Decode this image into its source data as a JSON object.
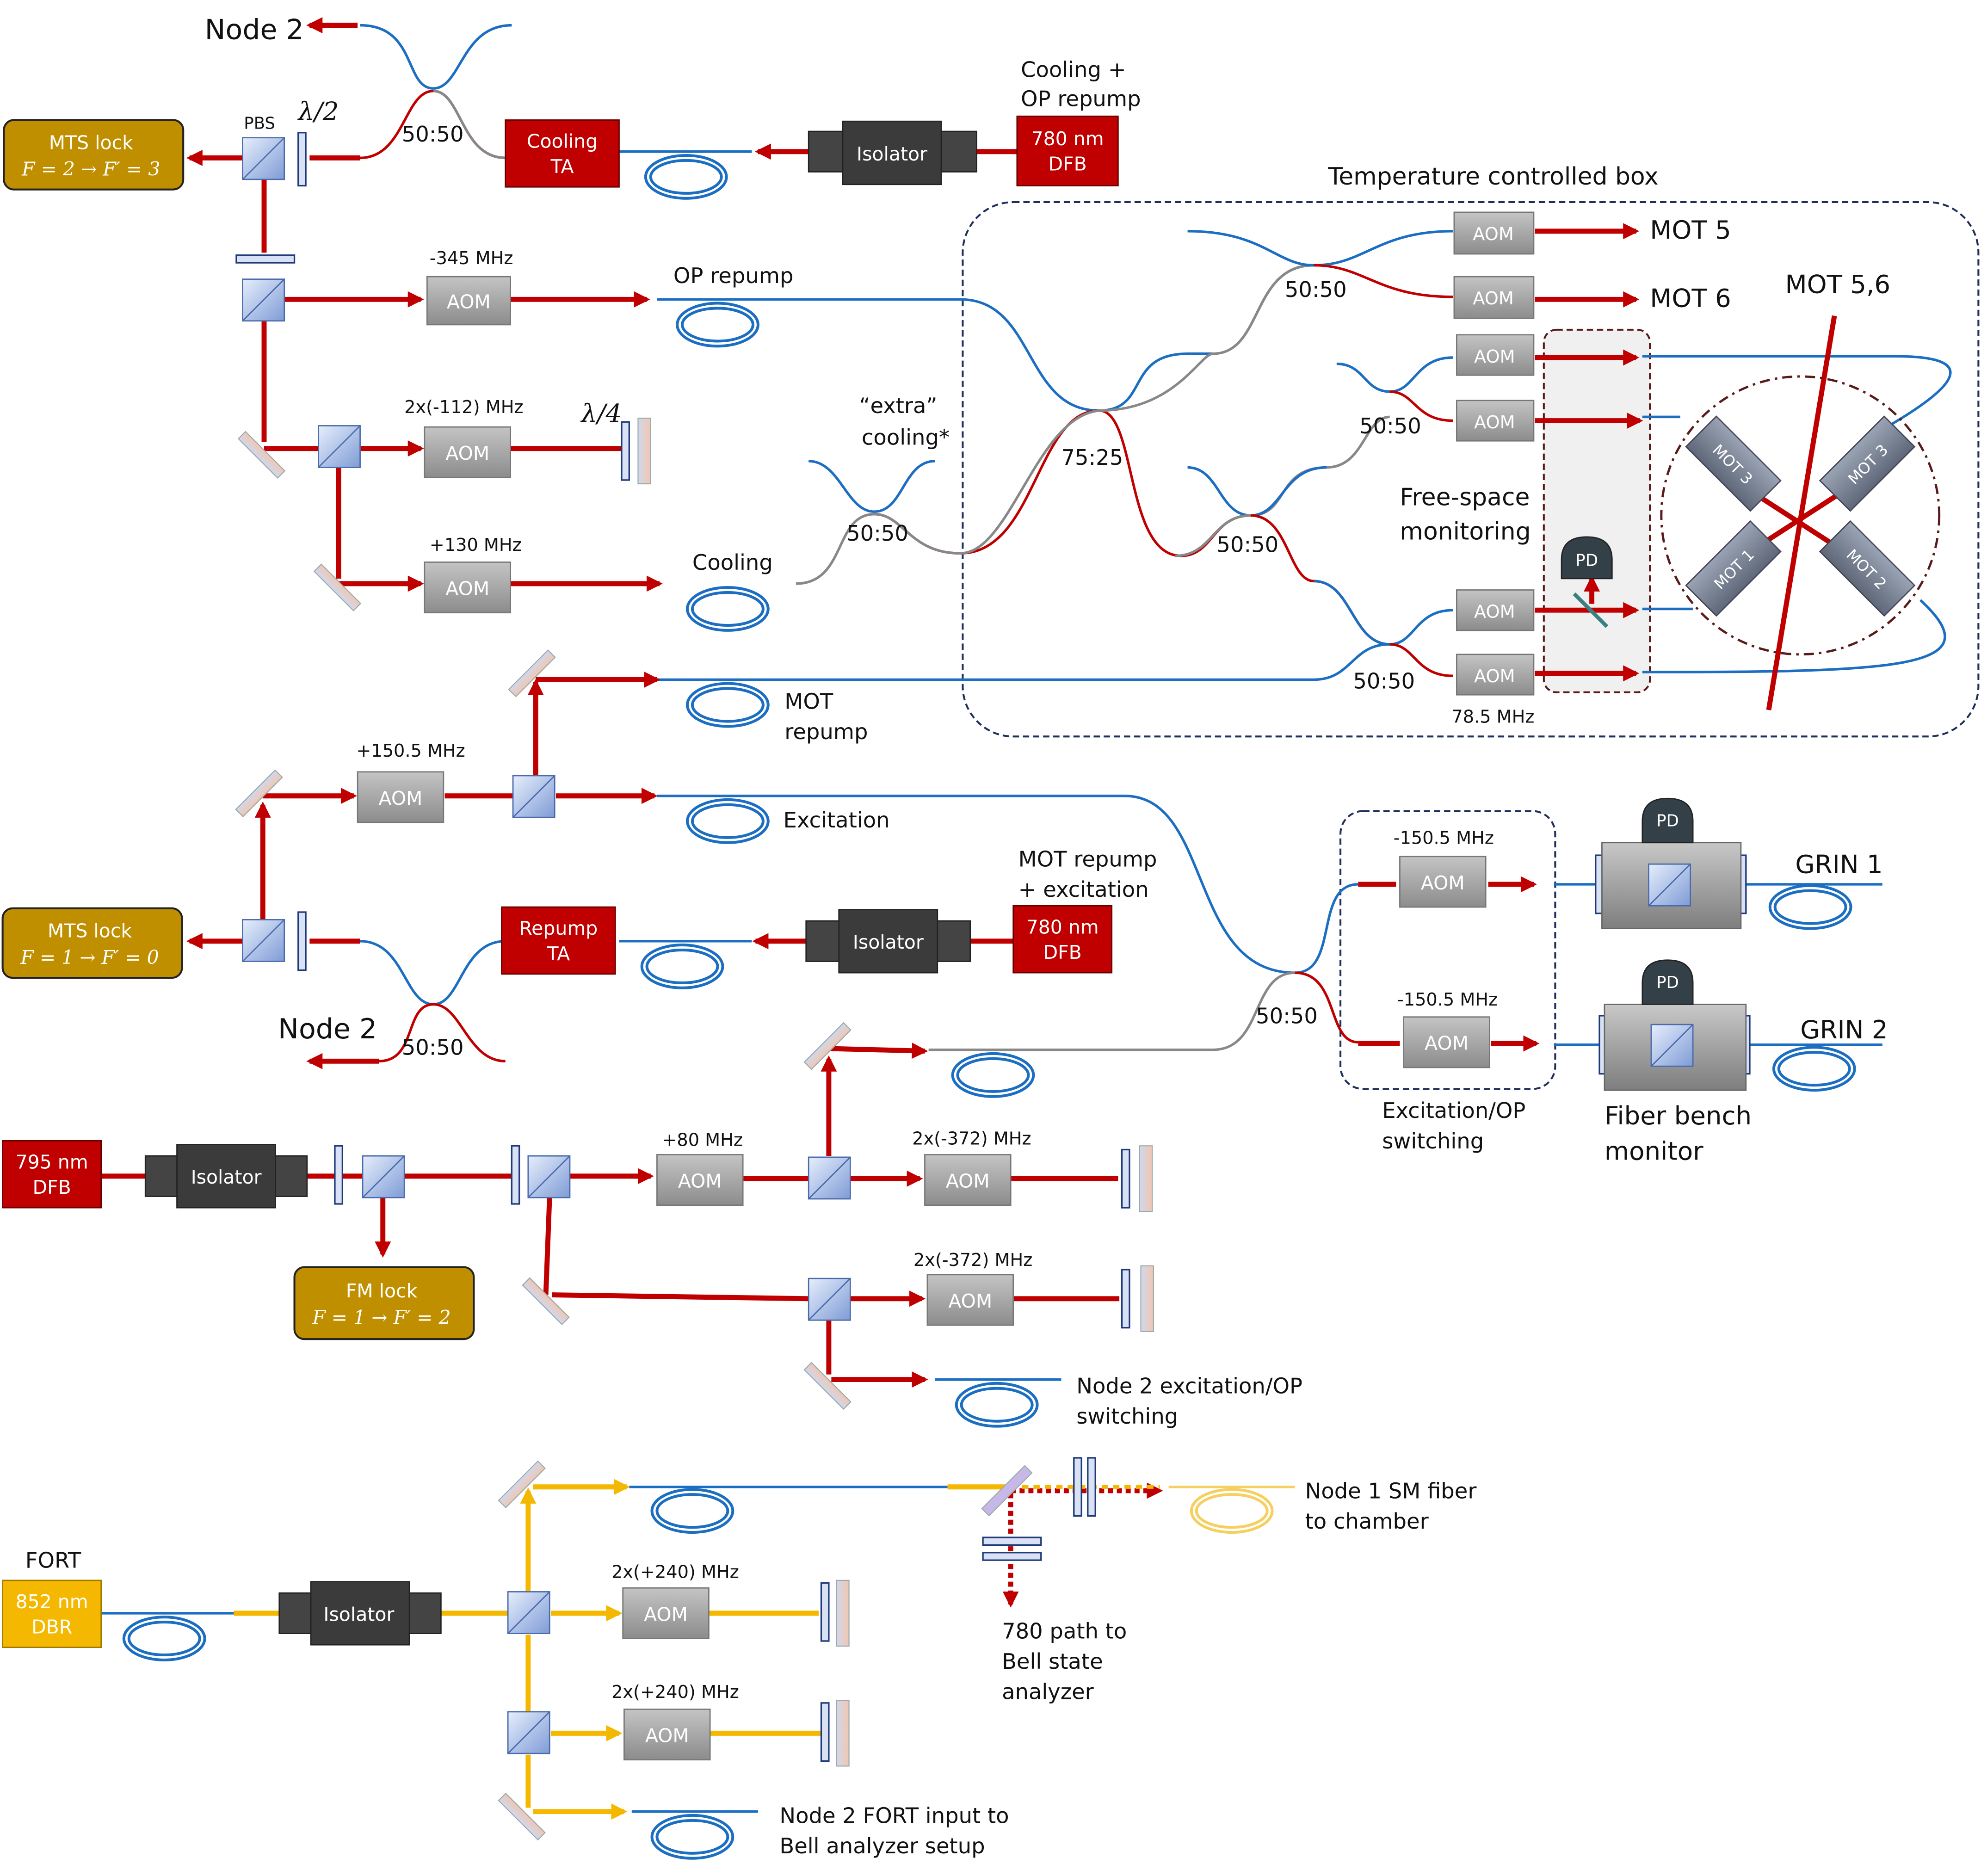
{
  "labels": {
    "node2_top": "Node 2",
    "node2_mid": "Node 2",
    "cooling_op": "Cooling +",
    "cooling_op2": "OP repump",
    "dfb780_a": "780 nm",
    "dfb780_b": "DFB",
    "isolator": "Isolator",
    "cooling_ta_a": "Cooling",
    "cooling_ta_b": "TA",
    "mts_lock_top": "MTS lock",
    "mts_eq_top": "F = 2 → F′ = 3",
    "pbs": "PBS",
    "half_wave": "λ/2",
    "quarter_wave": "λ/4",
    "split5050": "50:50",
    "split7525": "75:25",
    "freq_m345": "-345 MHz",
    "freq_m112": "2x(-112) MHz",
    "freq_p130": "+130 MHz",
    "freq_p150": "+150.5 MHz",
    "freq_m150": "-150.5 MHz",
    "freq_p80": "+80 MHz",
    "freq_m372": "2x(-372) MHz",
    "freq_p240": "2x(+240) MHz",
    "freq_785": "78.5 MHz",
    "aom": "AOM",
    "op_repump": "OP repump",
    "extra_a": "“extra”",
    "extra_b": "cooling*",
    "cooling": "Cooling",
    "temp_box": "Temperature controlled box",
    "mot5": "MOT 5",
    "mot6": "MOT 6",
    "mot56": "MOT 5,6",
    "mot1": "MOT 1",
    "mot2": "MOT 2",
    "mot3": "MOT 3",
    "free_a": "Free-space",
    "free_b": "monitoring",
    "pd": "PD",
    "mot_repump_a": "MOT",
    "mot_repump_b": "repump",
    "excitation": "Excitation",
    "mot_rep_exc_a": "MOT repump",
    "mot_rep_exc_b": "+ excitation",
    "repump_ta_a": "Repump",
    "repump_ta_b": "TA",
    "mts_lock_mid": "MTS lock",
    "mts_eq_mid": "F = 1 → F′ = 0",
    "grin1": "GRIN 1",
    "grin2": "GRIN 2",
    "exc_sw_a": "Excitation/OP",
    "exc_sw_b": "switching",
    "fiber_bench_a": "Fiber bench",
    "fiber_bench_b": "monitor",
    "dfb795_a": "795 nm",
    "dfb795_b": "DFB",
    "fm_lock": "FM lock",
    "fm_eq": "F = 1 → F′ = 2",
    "node2_exc_a": "Node 2 excitation/OP",
    "node2_exc_b": "switching",
    "fort": "FORT",
    "dbr852_a": "852 nm",
    "dbr852_b": "DBR",
    "node1_sm_a": "Node 1 SM fiber",
    "node1_sm_b": "to chamber",
    "path780_a": "780 path to",
    "path780_b": "Bell state",
    "path780_c": "analyzer",
    "node2_fort_a": "Node 2 FORT input to",
    "node2_fort_b": "Bell analyzer setup"
  },
  "colors": {
    "beam_780": "#c00000",
    "beam_852": "#f5b800",
    "fiber": "#1b6ec2",
    "laser": "#c00000",
    "lock": "#bf8f00",
    "dark_box": "#3a3a3a",
    "aom": "#9a9a9a"
  }
}
